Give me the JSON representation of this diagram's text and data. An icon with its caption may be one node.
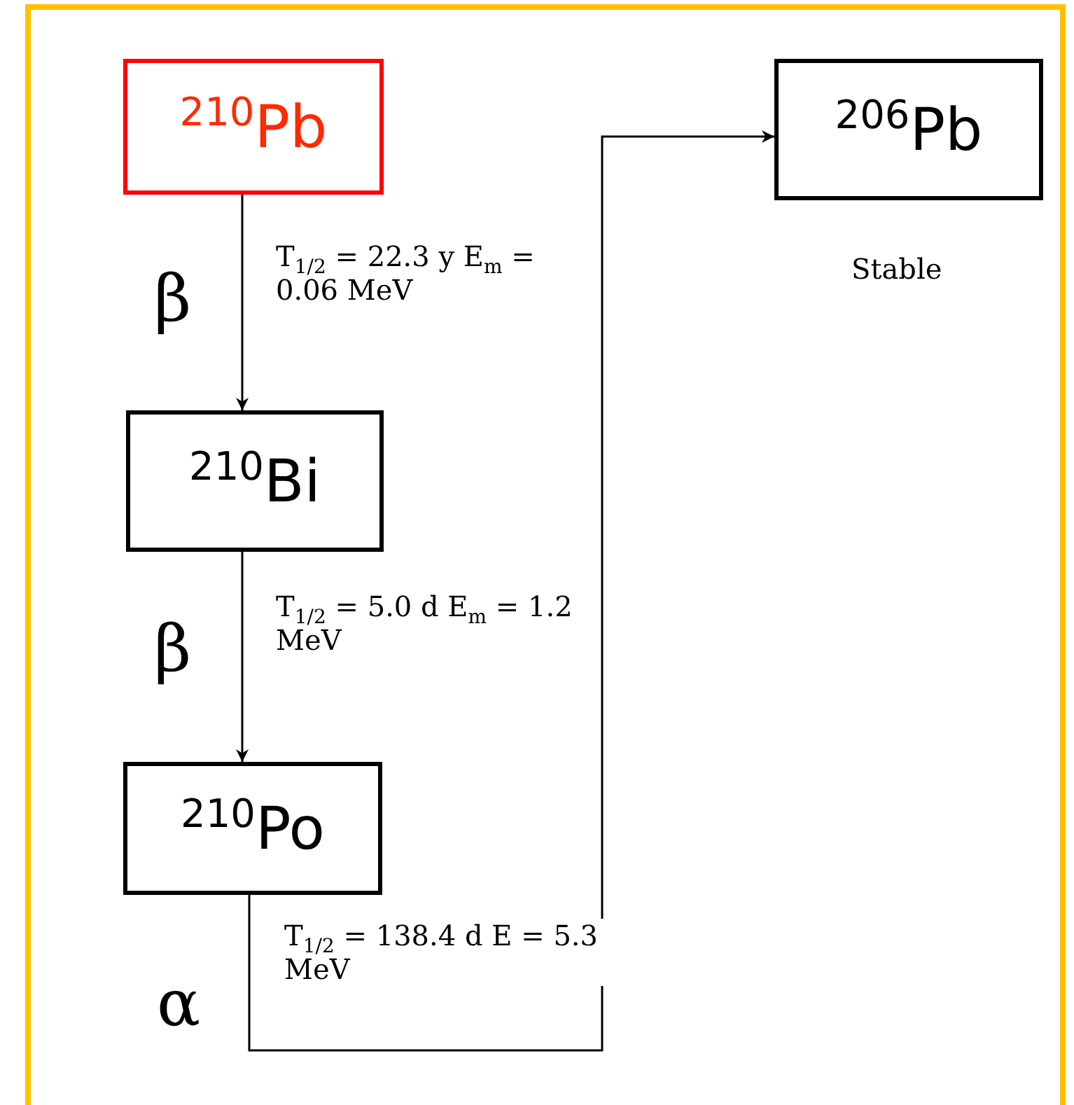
{
  "diagram": {
    "nodes": [
      {
        "text": [
          "$^{210}$Pb"
        ]
      },
      {
        "text": [
          "$^{210}$Bi"
        ]
      },
      {
        "text": [
          "$^{210}$Po"
        ]
      },
      {
        "text": [
          "$^{206}$Pb"
        ],
        "beside": [
          "Stable"
        ]
      }
    ],
    "edges": [
      {
        "from": 0,
        "to": 1,
        "arrow": "to",
        "label": "T$_{1/2}$ = 22.3 y E$_{m}$ = 0.06 MeV"
      },
      {
        "from": 1,
        "to": 2,
        "arrow": "to",
        "label": "T$_{1/2}$ = 5.0 d E$_{m}$ = 1.2 MeV"
      },
      {
        "from": 2,
        "to": 3,
        "arrow": "to",
        "label": "T$_{1/2}$ = 138.4 d E = 5.3 MeV"
      }
    ],
    "labels": [
      "β",
      "β",
      "α"
    ]
  }
}
